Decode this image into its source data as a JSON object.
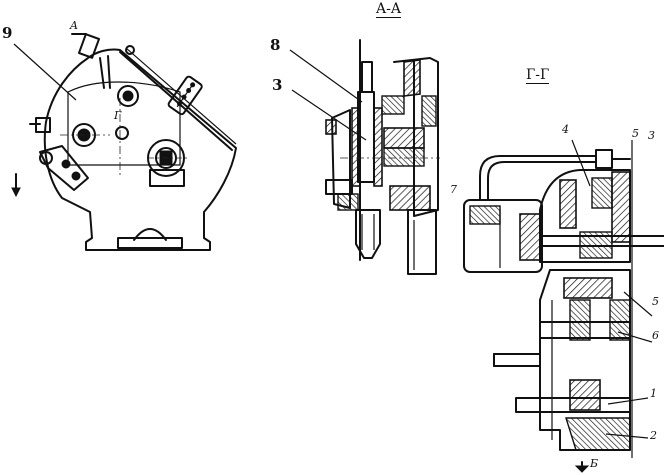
{
  "section_titles": {
    "aa": "A-A",
    "gg": "Г-Г"
  },
  "labels": {
    "left_9": "9",
    "left_a": "A",
    "left_g": "Г",
    "aa_8": "8",
    "aa_3": "3",
    "gg_4": "4",
    "gg_5_top": "5",
    "gg_3": "3",
    "gg_7": "7",
    "gg_5": "5",
    "gg_6": "6",
    "gg_1": "1",
    "gg_2": "2",
    "gg_b": "Б"
  }
}
